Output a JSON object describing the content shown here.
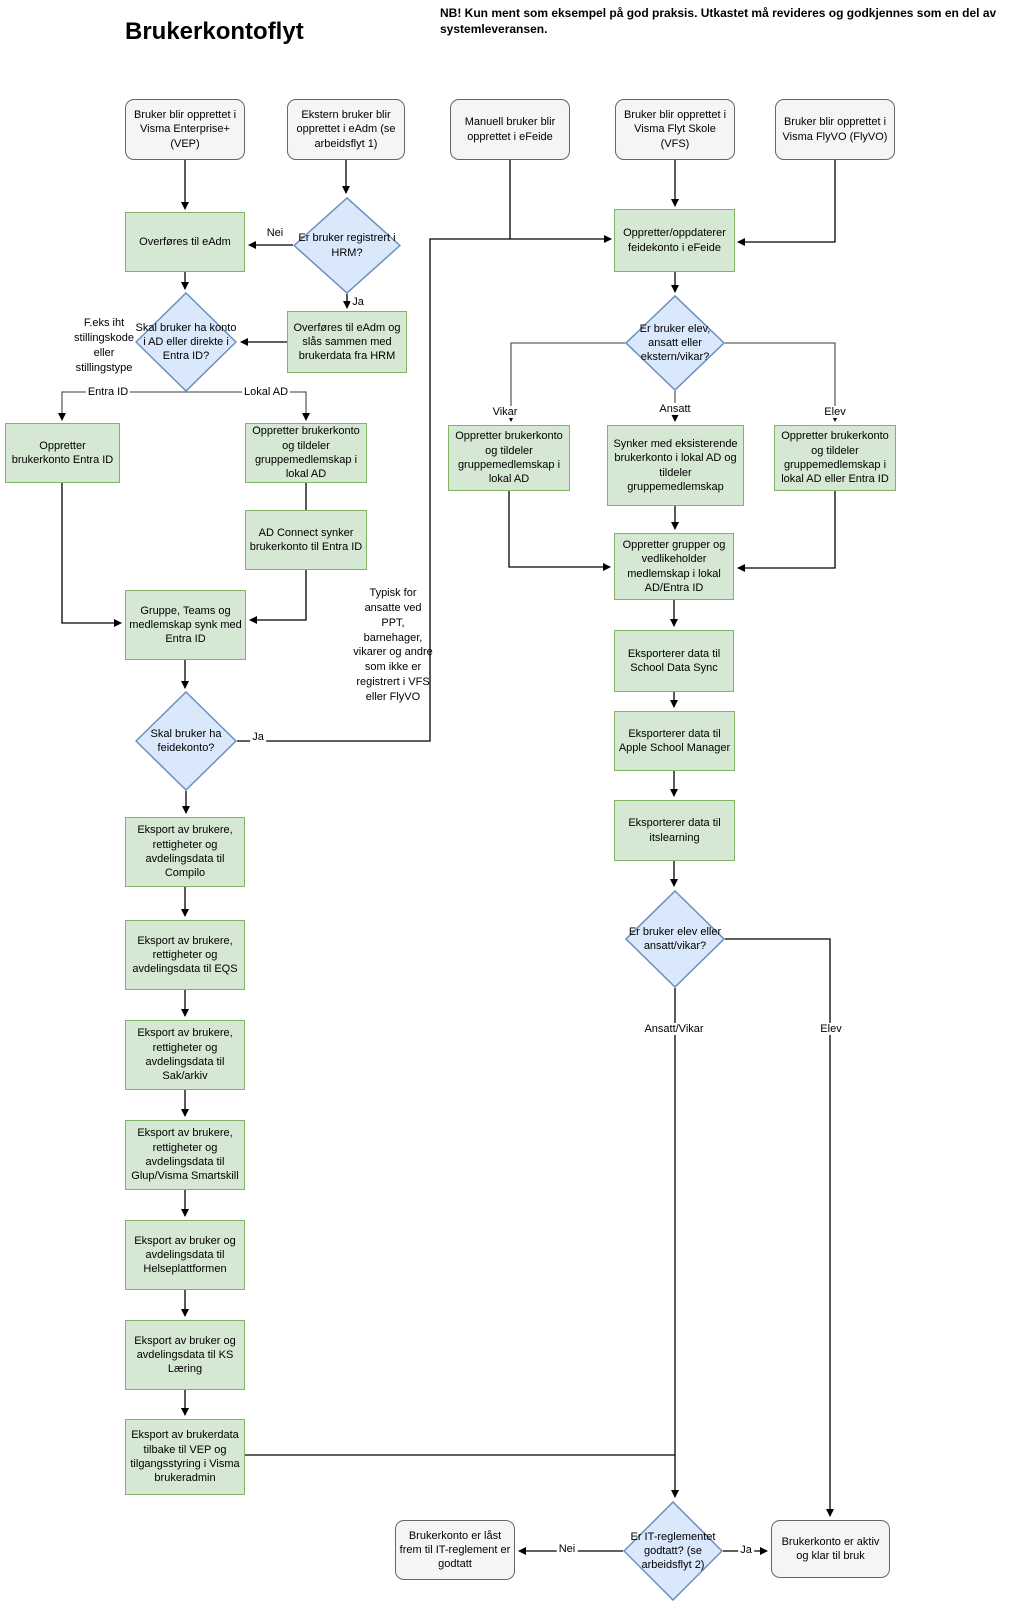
{
  "title": "Brukerkontoflyt",
  "note": "NB! Kun ment som eksempel på god praksis. Utkastet må revideres og godkjennes som en del av systemleveransen.",
  "colors": {
    "process_fill": "#d5e8d4",
    "process_stroke": "#82b366",
    "decision_fill": "#dae8fc",
    "decision_stroke": "#6c8ebf",
    "terminal_fill": "#f5f5f5",
    "terminal_stroke": "#666666",
    "edge": "#000000",
    "branch_edge": "#616161"
  },
  "nodes": {
    "vep": "Bruker blir opprettet i Visma Enterprise+ (VEP)",
    "ekstern": "Ekstern bruker blir opprettet i eAdm (se arbeidsflyt 1)",
    "manuell": "Manuell bruker blir opprettet i eFeide",
    "vfs": "Bruker blir opprettet i Visma Flyt Skole (VFS)",
    "flyvo": "Bruker blir opprettet i Visma FlyVO (FlyVO)",
    "overfores_eadm": "Overføres til eAdm",
    "er_registrert_hrm": "Er bruker registrert i HRM?",
    "overfores_hrm": "Overføres til eAdm og slås sammen med brukerdata fra HRM",
    "skal_konto_ad": "Skal bruker ha konto i AD eller direkte i Entra ID?",
    "oppretter_entra": "Oppretter brukerkonto Entra ID",
    "oppretter_lokal_ad": "Oppretter brukerkonto og tildeler gruppemedlemskap i lokal AD",
    "ad_connect": "AD Connect synker brukerkonto til Entra ID",
    "gruppe_teams": "Gruppe, Teams og medlemskap synk med Entra ID",
    "skal_feidekonto": "Skal bruker ha feidekonto?",
    "oppdaterer_feide": "Oppretter/oppdaterer feidekonto i eFeide",
    "er_elev_ansatt_ekstern": "Er bruker elev, ansatt eller ekstern/vikar?",
    "vikar_konto": "Oppretter brukerkonto og tildeler gruppemedlemskap i lokal AD",
    "synker_eksisterende": "Synker med eksisterende brukerkonto i lokal AD og tildeler gruppemedlemskap",
    "elev_konto": "Oppretter brukerkonto og tildeler gruppemedlemskap i lokal AD eller Entra ID",
    "oppretter_grupper": "Oppretter grupper og vedlikeholder medlemskap i lokal AD/Entra ID",
    "school_data_sync": "Eksporterer data til School Data Sync",
    "apple_school_manager": "Eksporterer data til Apple School Manager",
    "itslearning": "Eksporterer data til itslearning",
    "er_elev_ansatt": "Er bruker elev eller ansatt/vikar?",
    "compilo": "Eksport av brukere, rettigheter og avdelingsdata til Compilo",
    "eqs": "Eksport av brukere, rettigheter og avdelingsdata til EQS",
    "sak_arkiv": "Eksport av brukere, rettigheter og avdelingsdata til Sak/arkiv",
    "glup_smartskill": "Eksport av brukere, rettigheter og avdelingsdata til Glup/Visma Smartskill",
    "helseplattformen": "Eksport av bruker og avdelingsdata til Helseplattformen",
    "ks_laering": "Eksport av bruker og avdelingsdata til KS Læring",
    "vep_tilbake": "Eksport av brukerdata tilbake til VEP og tilgangsstyring i Visma brukeradmin",
    "it_reglement": "Er IT-reglementet godtatt? (se arbeidsflyt 2)",
    "laast": "Brukerkonto er låst frem til IT-reglement er godtatt",
    "aktiv": "Brukerkonto er aktiv og klar til bruk"
  },
  "labels": {
    "hrm_nei": "Nei",
    "hrm_ja": "Ja",
    "branch_entra_id": "Entra ID",
    "branch_lokal_ad": "Lokal AD",
    "feide_ja": "Ja",
    "branch_vikar": "Vikar",
    "branch_ansatt": "Ansatt",
    "branch_elev": "Elev",
    "branch_ansatt_vikar": "Ansatt/Vikar",
    "branch_elev2": "Elev",
    "it_nei": "Nei",
    "it_ja": "Ja"
  },
  "annotations": {
    "stilling": "F.eks iht stillingskode eller stillingstype",
    "typisk": "Typisk for ansatte ved PPT, barnehager, vikarer og andre som ikke er registrert i VFS eller FlyVO"
  }
}
